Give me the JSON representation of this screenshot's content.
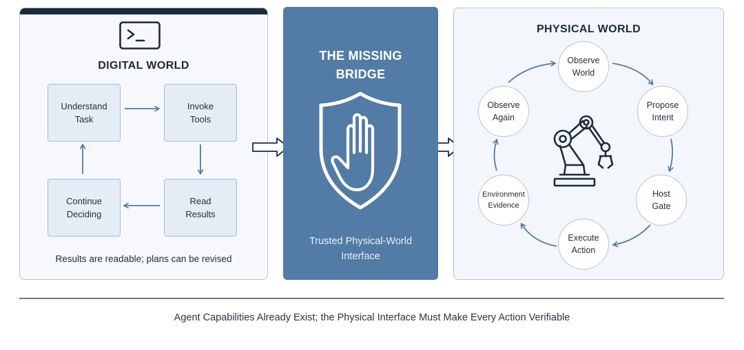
{
  "digital_world": {
    "title": "DIGITAL WORLD",
    "boxes": {
      "understand": "Understand\nTask",
      "invoke": "Invoke\nTools",
      "read": "Read\nResults",
      "continue": "Continue\nDeciding"
    },
    "caption": "Results are readable; plans can be revised",
    "icon": "terminal-icon"
  },
  "bridge": {
    "title": "THE MISSING\nBRIDGE",
    "subtitle": "Trusted Physical-World\nInterface",
    "icon": "shield-hand-icon",
    "color": "#527ba5"
  },
  "physical_world": {
    "title": "PHYSICAL WORLD",
    "nodes": {
      "observe_world": "Observe\nWorld",
      "propose_intent": "Propose\nIntent",
      "host_gate": "Host\nGate",
      "execute_action": "Execute\nAction",
      "environment_evidence": "Environment\nEvidence",
      "observe_again": "Observe\nAgain"
    },
    "icon": "robot-arm-icon"
  },
  "footer": {
    "text": "Agent Capabilities Already Exist; the Physical Interface Must Make Every Action Verifiable"
  },
  "colors": {
    "accent": "#527ba5",
    "dark": "#1b2a3f",
    "box_fill": "#e4ecf5",
    "arrow": "#4f7aa6"
  }
}
